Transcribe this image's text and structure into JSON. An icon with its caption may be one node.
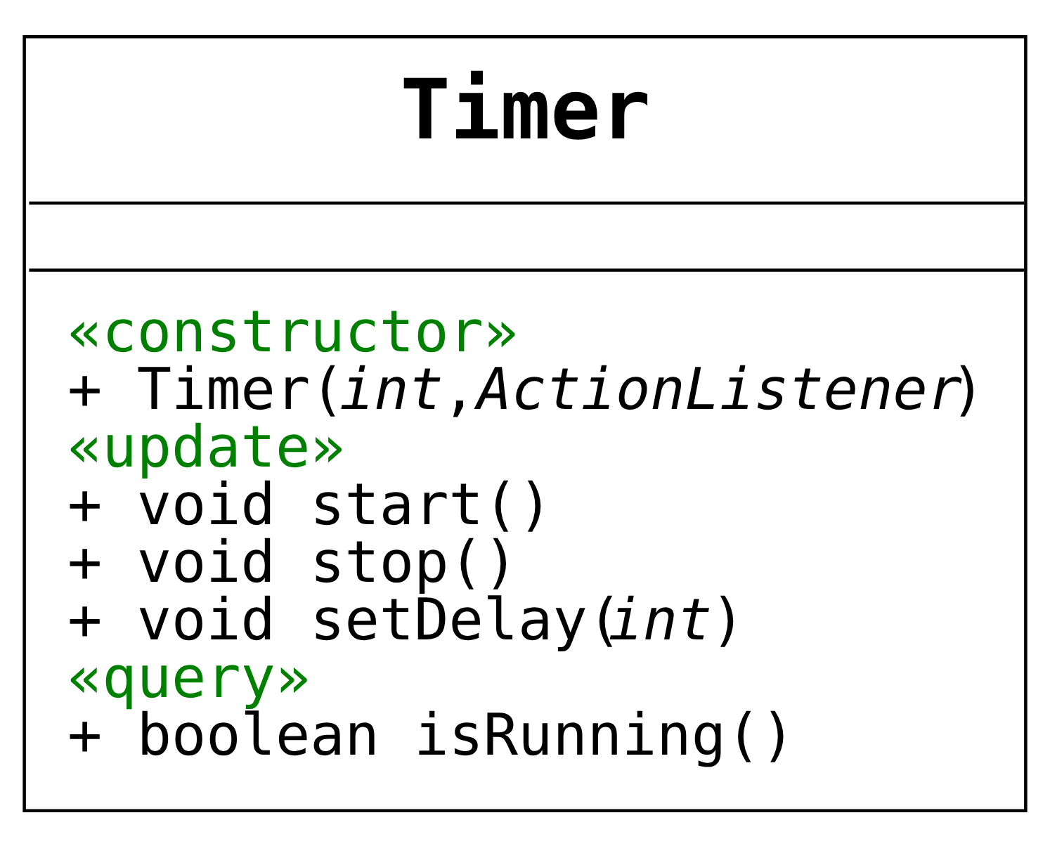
{
  "diagram": {
    "nodes": [
      {
        "text": [
          "Timer",
          "«constructor»",
          "+ Timer(*int*,*ActionListener*)",
          "«update»",
          "+ void start()",
          "+ void stop()",
          "+ void setDelay(*int*)",
          "«query»",
          "+ boolean isRunning()"
        ]
      }
    ]
  }
}
